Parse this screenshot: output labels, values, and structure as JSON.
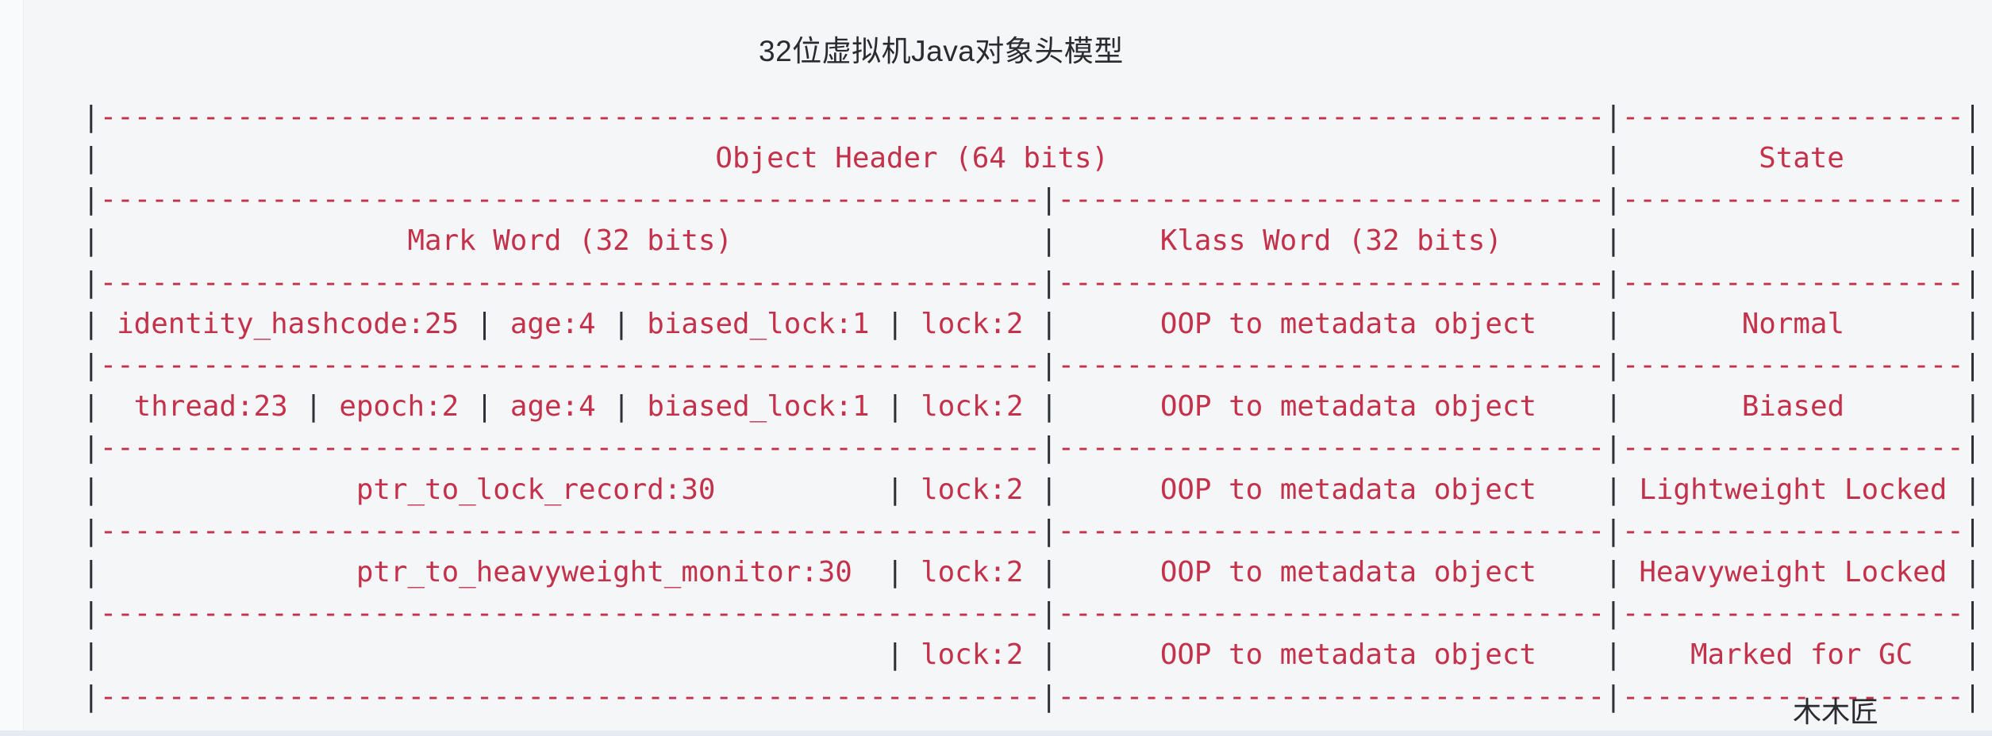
{
  "title": "32位虚拟机Java对象头模型",
  "signature": "木木匠",
  "colors": {
    "accent_red": "#C4314B",
    "pipe_dark": "#2D3035",
    "ink_dark": "#2A2B2F",
    "background": "#F4F6F8"
  },
  "table": {
    "header": {
      "object_header": "Object Header (64 bits)",
      "state": "State",
      "mark_word": "Mark Word (32 bits)",
      "klass_word": "Klass Word (32 bits)"
    },
    "rows": [
      {
        "mark_word_fields": [
          "identity_hashcode:25",
          "age:4",
          "biased_lock:1",
          "lock:2"
        ],
        "klass_word": "OOP to metadata object",
        "state": "Normal"
      },
      {
        "mark_word_fields": [
          "thread:23",
          "epoch:2",
          "age:4",
          "biased_lock:1",
          "lock:2"
        ],
        "klass_word": "OOP to metadata object",
        "state": "Biased"
      },
      {
        "mark_word_fields": [
          "ptr_to_lock_record:30",
          "lock:2"
        ],
        "klass_word": "OOP to metadata object",
        "state": "Lightweight Locked"
      },
      {
        "mark_word_fields": [
          "ptr_to_heavyweight_monitor:30",
          "lock:2"
        ],
        "klass_word": "OOP to metadata object",
        "state": "Heavyweight Locked"
      },
      {
        "mark_word_fields": [
          "lock:2"
        ],
        "klass_word": "OOP to metadata object",
        "state": "Marked for GC"
      }
    ],
    "ascii_lines": [
      [
        "|",
        {
          "dash": 88
        },
        "|",
        {
          "dash": 20
        },
        "|"
      ],
      [
        "|",
        {
          "sp": 36
        },
        "Object Header (64 bits)",
        {
          "sp": 29
        },
        "|",
        {
          "sp": 8
        },
        "State",
        {
          "sp": 7
        },
        "|"
      ],
      [
        "|",
        {
          "dash": 55
        },
        "|",
        {
          "dash": 32
        },
        "|",
        {
          "dash": 20
        },
        "|"
      ],
      [
        "|",
        {
          "sp": 18
        },
        "Mark Word (32 bits)",
        {
          "sp": 18
        },
        "|",
        {
          "sp": 6
        },
        "Klass Word (32 bits)",
        {
          "sp": 6
        },
        "|",
        {
          "sp": 20
        },
        "|"
      ],
      [
        "|",
        {
          "dash": 55
        },
        "|",
        {
          "dash": 32
        },
        "|",
        {
          "dash": 20
        },
        "|"
      ],
      [
        "|",
        {
          "sp": 1
        },
        "identity_hashcode:25",
        {
          "sp": 1
        },
        "|",
        {
          "sp": 1
        },
        "age:4",
        {
          "sp": 1
        },
        "|",
        {
          "sp": 1
        },
        "biased_lock:1",
        {
          "sp": 1
        },
        "|",
        {
          "sp": 1
        },
        "lock:2",
        {
          "sp": 1
        },
        "|",
        {
          "sp": 6
        },
        "OOP to metadata object",
        {
          "sp": 4
        },
        "|",
        {
          "sp": 7
        },
        "Normal",
        {
          "sp": 7
        },
        "|"
      ],
      [
        "|",
        {
          "dash": 55
        },
        "|",
        {
          "dash": 32
        },
        "|",
        {
          "dash": 20
        },
        "|"
      ],
      [
        "|",
        {
          "sp": 2
        },
        "thread:23",
        {
          "sp": 1
        },
        "|",
        {
          "sp": 1
        },
        "epoch:2",
        {
          "sp": 1
        },
        "|",
        {
          "sp": 1
        },
        "age:4",
        {
          "sp": 1
        },
        "|",
        {
          "sp": 1
        },
        "biased_lock:1",
        {
          "sp": 1
        },
        "|",
        {
          "sp": 1
        },
        "lock:2",
        {
          "sp": 1
        },
        "|",
        {
          "sp": 6
        },
        "OOP to metadata object",
        {
          "sp": 4
        },
        "|",
        {
          "sp": 7
        },
        "Biased",
        {
          "sp": 7
        },
        "|"
      ],
      [
        "|",
        {
          "dash": 55
        },
        "|",
        {
          "dash": 32
        },
        "|",
        {
          "dash": 20
        },
        "|"
      ],
      [
        "|",
        {
          "sp": 15
        },
        "ptr_to_lock_record:30",
        {
          "sp": 10
        },
        "|",
        {
          "sp": 1
        },
        "lock:2",
        {
          "sp": 1
        },
        "|",
        {
          "sp": 6
        },
        "OOP to metadata object",
        {
          "sp": 4
        },
        "|",
        {
          "sp": 1
        },
        "Lightweight Locked",
        {
          "sp": 1
        },
        "|"
      ],
      [
        "|",
        {
          "dash": 55
        },
        "|",
        {
          "dash": 32
        },
        "|",
        {
          "dash": 20
        },
        "|"
      ],
      [
        "|",
        {
          "sp": 15
        },
        "ptr_to_heavyweight_monitor:30",
        {
          "sp": 2
        },
        "|",
        {
          "sp": 1
        },
        "lock:2",
        {
          "sp": 1
        },
        "|",
        {
          "sp": 6
        },
        "OOP to metadata object",
        {
          "sp": 4
        },
        "|",
        {
          "sp": 1
        },
        "Heavyweight Locked",
        {
          "sp": 1
        },
        "|"
      ],
      [
        "|",
        {
          "dash": 55
        },
        "|",
        {
          "dash": 32
        },
        "|",
        {
          "dash": 20
        },
        "|"
      ],
      [
        "|",
        {
          "sp": 46
        },
        "|",
        {
          "sp": 1
        },
        "lock:2",
        {
          "sp": 1
        },
        "|",
        {
          "sp": 6
        },
        "OOP to metadata object",
        {
          "sp": 4
        },
        "|",
        {
          "sp": 4
        },
        "Marked for GC",
        {
          "sp": 3
        },
        "|"
      ],
      [
        "|",
        {
          "dash": 55
        },
        "|",
        {
          "dash": 32
        },
        "|",
        {
          "dash": 20
        },
        "|"
      ]
    ]
  }
}
